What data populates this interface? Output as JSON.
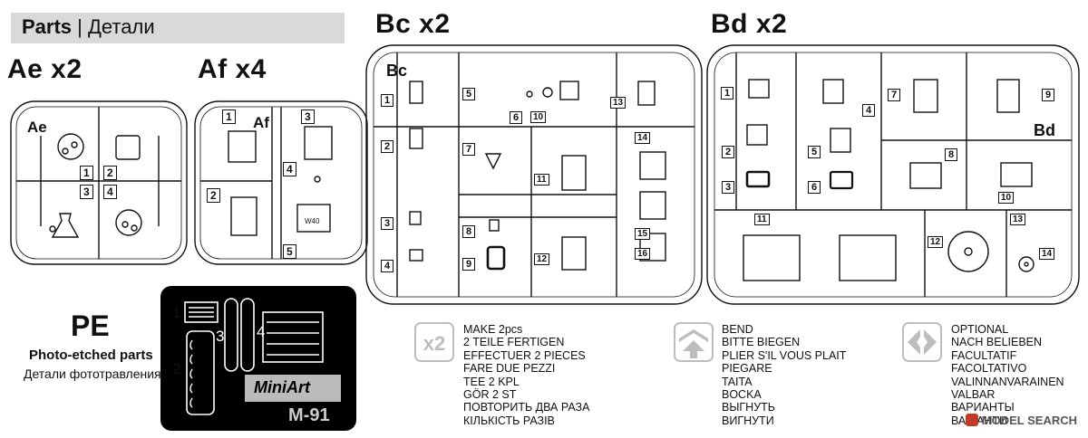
{
  "header": {
    "title": "Parts",
    "separator": "|",
    "title_ru": "Детали"
  },
  "sprues": {
    "ae": {
      "title": "Ae x2",
      "tag": "Ae",
      "parts": [
        "1",
        "2",
        "3",
        "4"
      ]
    },
    "af": {
      "title": "Af x4",
      "tag": "Af",
      "parts": [
        "1",
        "2",
        "3",
        "4",
        "5"
      ],
      "part_text": "W40"
    },
    "bc": {
      "title": "Bc x2",
      "tag": "Bc",
      "parts": [
        "1",
        "2",
        "3",
        "4",
        "5",
        "6",
        "7",
        "8",
        "9",
        "10",
        "11",
        "12",
        "13",
        "14",
        "15",
        "16"
      ]
    },
    "bd": {
      "title": "Bd x2",
      "tag": "Bd",
      "parts": [
        "1",
        "2",
        "3",
        "4",
        "5",
        "6",
        "7",
        "8",
        "9",
        "10",
        "11",
        "12",
        "13",
        "14"
      ]
    }
  },
  "pe": {
    "title": "PE",
    "subtitle_en": "Photo-etched parts",
    "subtitle_ru": "Детали фототравления",
    "parts": [
      "1",
      "2",
      "3",
      "4"
    ],
    "brand": "MiniArt",
    "code": "M-91"
  },
  "legend": {
    "make": {
      "icon": "x2",
      "lines": [
        "MAKE 2pcs",
        "2 TEILE FERTIGEN",
        "EFFECTUER 2 PIECES",
        "FARE DUE PEZZI",
        "TEE 2 KPL",
        "GÖR 2 ST",
        "ПОВТОРИТЬ ДВА РАЗА",
        "КІЛЬКІСТЬ РАЗІВ"
      ]
    },
    "bend": {
      "icon": "bend-icon",
      "lines": [
        "BEND",
        "BITTE BIEGEN",
        "PLIER S'IL VOUS PLAIT",
        "PIEGARE",
        "TAITA",
        "BOCKA",
        "ВЫГНУТЬ",
        "ВИГНУТИ"
      ]
    },
    "optional": {
      "icon": "optional-icon",
      "lines": [
        "OPTIONAL",
        "NACH BELIEBEN",
        "FACULTATIF",
        "FACOLTATIVO",
        "VALINNANVARAINEN",
        "VALBAR",
        "ВАРИАНТЫ",
        "ВАРІАНТИ"
      ]
    }
  },
  "watermark": {
    "text": "MODEL SEARCH"
  },
  "colors": {
    "header_bg": "#d9d9d9",
    "line": "#111111",
    "pe_plate": "#000000",
    "legend_icon": "#bdbdbd",
    "watermark_icon": "#c0392b"
  }
}
